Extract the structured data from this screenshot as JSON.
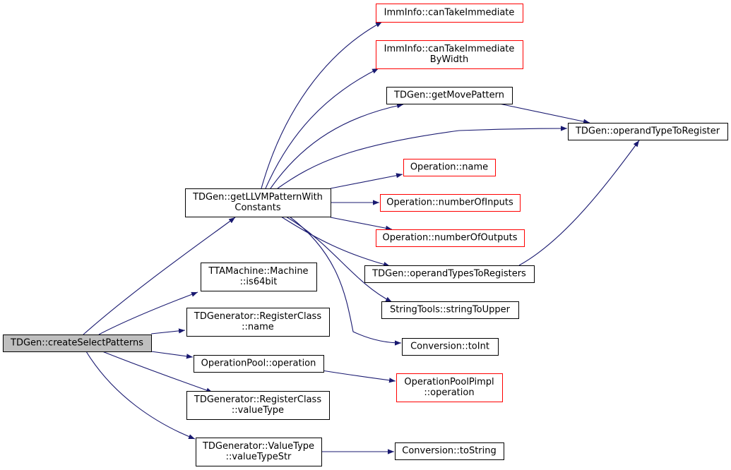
{
  "diagram": {
    "colors": {
      "edge": "#191970",
      "node_border": "#000000",
      "node_border_external": "#ff0000",
      "root_fill": "#bfbfbf",
      "node_fill": "#ffffff"
    },
    "nodes": [
      {
        "id": "createSelectPatterns",
        "lines": [
          "TDGen::createSelectPatterns"
        ],
        "kind": "root"
      },
      {
        "id": "getLLVMPatternWithConstants",
        "lines": [
          "TDGen::getLLVMPatternWith",
          "Constants"
        ],
        "kind": "normal"
      },
      {
        "id": "is64bit",
        "lines": [
          "TTAMachine::Machine",
          "::is64bit"
        ],
        "kind": "normal"
      },
      {
        "id": "RegisterClassName",
        "lines": [
          "TDGenerator::RegisterClass",
          "::name"
        ],
        "kind": "normal"
      },
      {
        "id": "OperationPoolOperation",
        "lines": [
          "OperationPool::operation"
        ],
        "kind": "normal"
      },
      {
        "id": "RegisterClassValueType",
        "lines": [
          "TDGenerator::RegisterClass",
          "::valueType"
        ],
        "kind": "normal"
      },
      {
        "id": "valueTypeStr",
        "lines": [
          "TDGenerator::ValueType",
          "::valueTypeStr"
        ],
        "kind": "normal"
      },
      {
        "id": "canTakeImmediate",
        "lines": [
          "ImmInfo::canTakeImmediate"
        ],
        "kind": "external"
      },
      {
        "id": "canTakeImmediateByWidth",
        "lines": [
          "ImmInfo::canTakeImmediate",
          "ByWidth"
        ],
        "kind": "external"
      },
      {
        "id": "getMovePattern",
        "lines": [
          "TDGen::getMovePattern"
        ],
        "kind": "normal"
      },
      {
        "id": "operandTypeToRegister",
        "lines": [
          "TDGen::operandTypeToRegister"
        ],
        "kind": "normal"
      },
      {
        "id": "OperationName",
        "lines": [
          "Operation::name"
        ],
        "kind": "external"
      },
      {
        "id": "numberOfInputs",
        "lines": [
          "Operation::numberOfInputs"
        ],
        "kind": "external"
      },
      {
        "id": "numberOfOutputs",
        "lines": [
          "Operation::numberOfOutputs"
        ],
        "kind": "external"
      },
      {
        "id": "operandTypesToRegisters",
        "lines": [
          "TDGen::operandTypesToRegisters"
        ],
        "kind": "normal"
      },
      {
        "id": "stringToUpper",
        "lines": [
          "StringTools::stringToUpper"
        ],
        "kind": "normal"
      },
      {
        "id": "toInt",
        "lines": [
          "Conversion::toInt"
        ],
        "kind": "normal"
      },
      {
        "id": "OperationPoolPimplOperation",
        "lines": [
          "OperationPoolPimpl",
          "::operation"
        ],
        "kind": "external"
      },
      {
        "id": "toString",
        "lines": [
          "Conversion::toString"
        ],
        "kind": "normal"
      }
    ],
    "edges": [
      {
        "from": "createSelectPatterns",
        "to": "getLLVMPatternWithConstants"
      },
      {
        "from": "createSelectPatterns",
        "to": "is64bit"
      },
      {
        "from": "createSelectPatterns",
        "to": "RegisterClassName"
      },
      {
        "from": "createSelectPatterns",
        "to": "OperationPoolOperation"
      },
      {
        "from": "createSelectPatterns",
        "to": "RegisterClassValueType"
      },
      {
        "from": "createSelectPatterns",
        "to": "valueTypeStr"
      },
      {
        "from": "getLLVMPatternWithConstants",
        "to": "canTakeImmediate"
      },
      {
        "from": "getLLVMPatternWithConstants",
        "to": "canTakeImmediateByWidth"
      },
      {
        "from": "getLLVMPatternWithConstants",
        "to": "getMovePattern"
      },
      {
        "from": "getLLVMPatternWithConstants",
        "to": "operandTypeToRegister"
      },
      {
        "from": "getLLVMPatternWithConstants",
        "to": "OperationName"
      },
      {
        "from": "getLLVMPatternWithConstants",
        "to": "numberOfInputs"
      },
      {
        "from": "getLLVMPatternWithConstants",
        "to": "numberOfOutputs"
      },
      {
        "from": "getLLVMPatternWithConstants",
        "to": "operandTypesToRegisters"
      },
      {
        "from": "getLLVMPatternWithConstants",
        "to": "stringToUpper"
      },
      {
        "from": "getLLVMPatternWithConstants",
        "to": "toInt"
      },
      {
        "from": "getMovePattern",
        "to": "operandTypeToRegister"
      },
      {
        "from": "operandTypesToRegisters",
        "to": "operandTypeToRegister"
      },
      {
        "from": "OperationPoolOperation",
        "to": "OperationPoolPimplOperation"
      },
      {
        "from": "valueTypeStr",
        "to": "toString"
      }
    ]
  }
}
